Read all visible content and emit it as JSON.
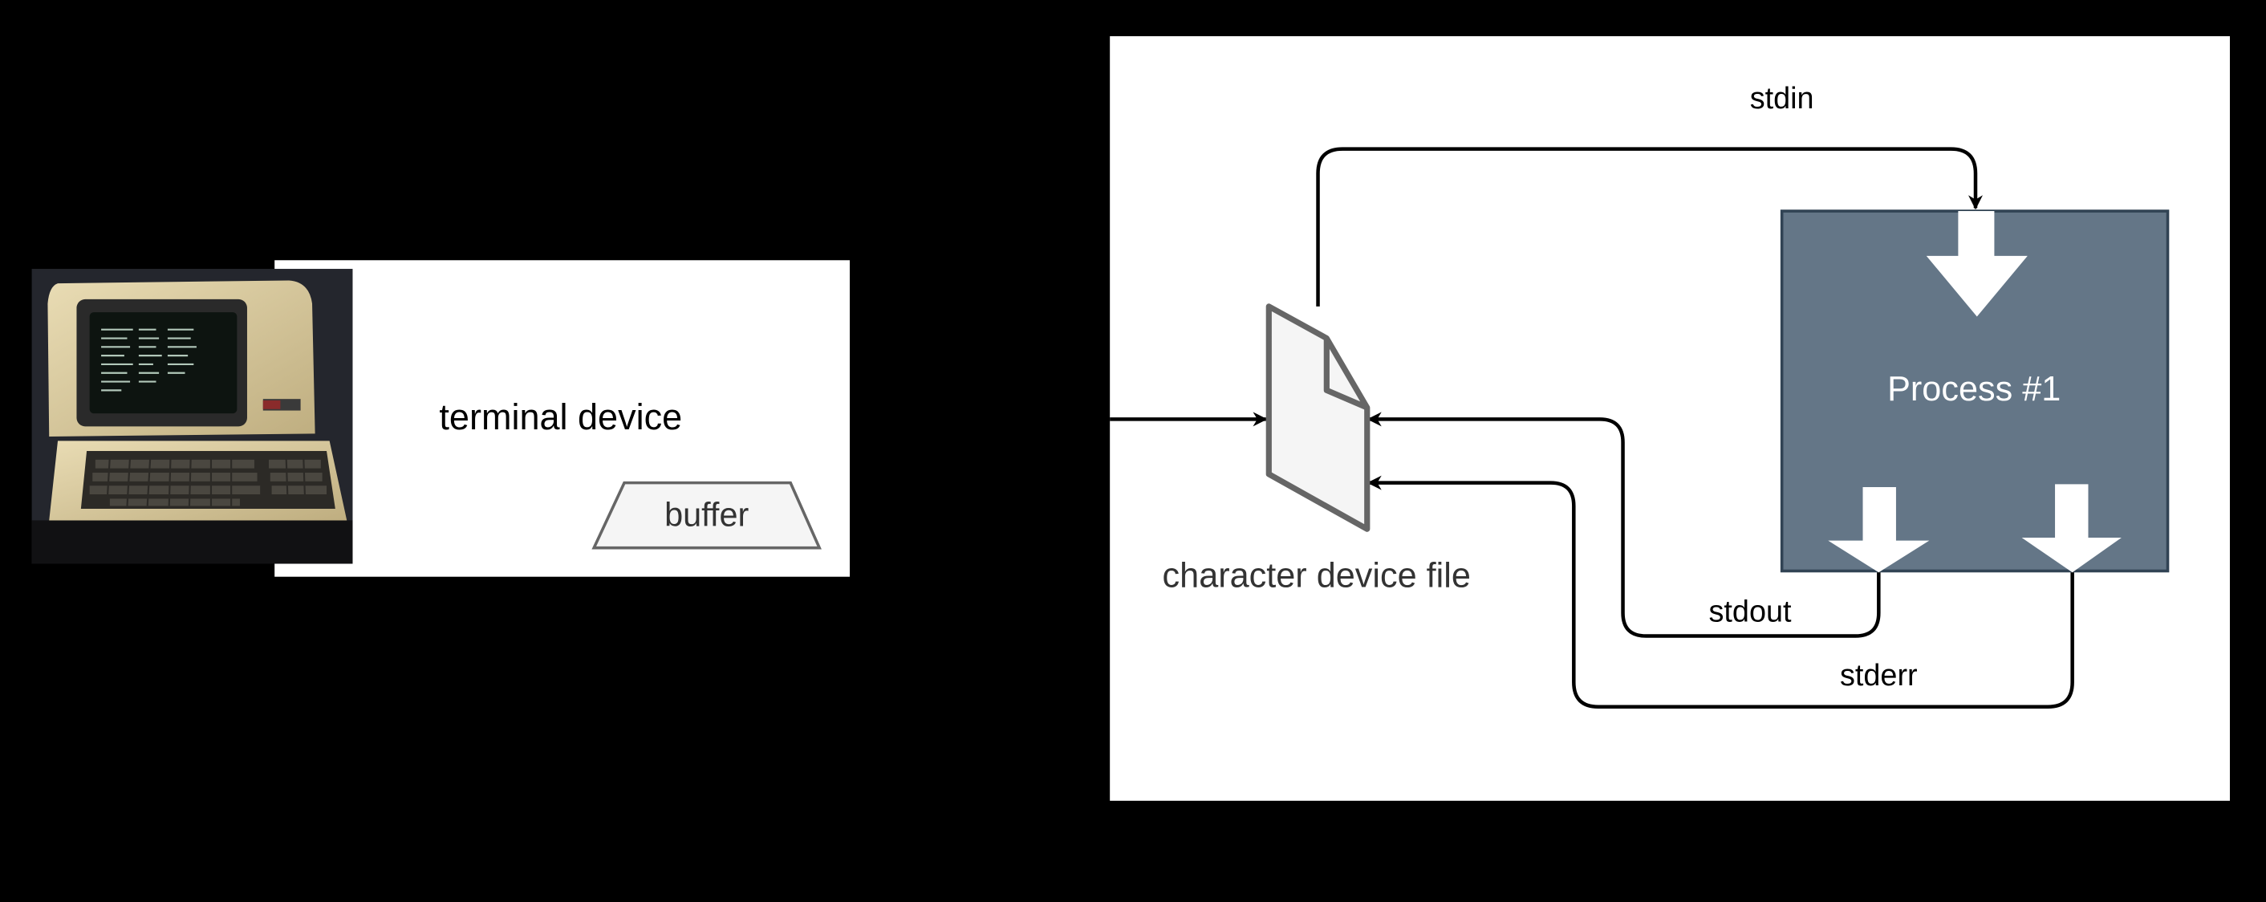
{
  "diagram": {
    "terminal": {
      "label": "terminal device",
      "buffer_label": "buffer",
      "photo_icon": "vintage-terminal-photo"
    },
    "system": {
      "device_file_label": "character device file",
      "process_label": "Process #1",
      "streams": {
        "stdin": "stdin",
        "stdout": "stdout",
        "stderr": "stderr"
      }
    },
    "colors": {
      "background": "#000000",
      "panel": "#ffffff",
      "process_fill": "#647687",
      "process_stroke": "#314354",
      "file_fill": "#f5f5f5",
      "file_stroke": "#666666",
      "connector": "#000000",
      "text": "#333333"
    }
  }
}
